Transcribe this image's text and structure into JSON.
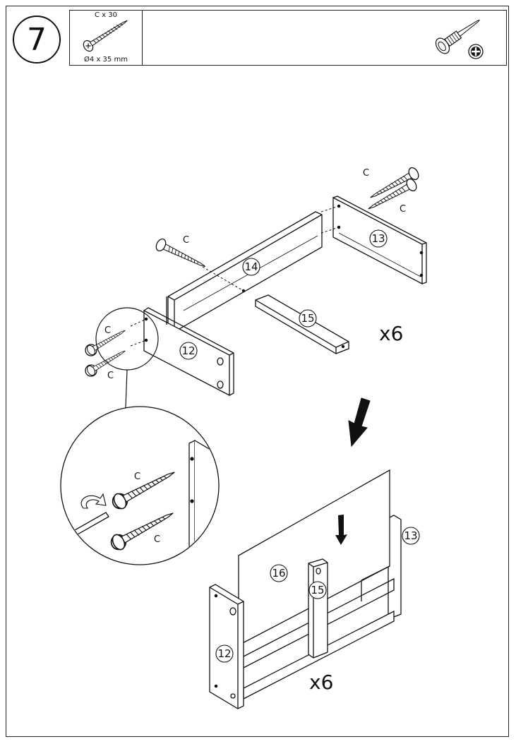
{
  "step": {
    "number": "7"
  },
  "hardware": {
    "letter_qty": "C x 30",
    "size": "Ø4 x 35 mm",
    "icon": "screw-icon"
  },
  "tools": {
    "screwdriver_icon": "screwdriver-icon",
    "phillips_icon": "phillips-head-icon"
  },
  "labels": {
    "screw_letter": "C",
    "part_12": "12",
    "part_13": "13",
    "part_14": "14",
    "part_15": "15",
    "part_16": "16",
    "multiplier": "x6"
  }
}
